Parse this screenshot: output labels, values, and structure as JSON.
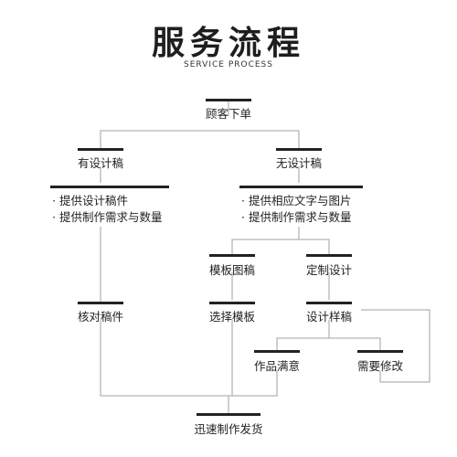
{
  "title": "服务流程",
  "subtitle": "SERVICE PROCESS",
  "nodes": {
    "order": "顾客下单",
    "with_design": "有设计稿",
    "without_design": "无设计稿",
    "template_draft": "模板图稿",
    "custom_design": "定制设计",
    "check_draft": "核对稿件",
    "choose_template": "选择模板",
    "design_sample": "设计样稿",
    "satisfied": "作品满意",
    "needs_changes": "需要修改",
    "ship": "迅速制作发货"
  },
  "left_bullets": [
    "· 提供设计稿件",
    "· 提供制作需求与数量"
  ],
  "right_bullets": [
    "· 提供相应文字与图片",
    "· 提供制作需求与数量"
  ],
  "colors": {
    "line": "#b5b5b5",
    "bar": "#222222",
    "text": "#222222"
  }
}
